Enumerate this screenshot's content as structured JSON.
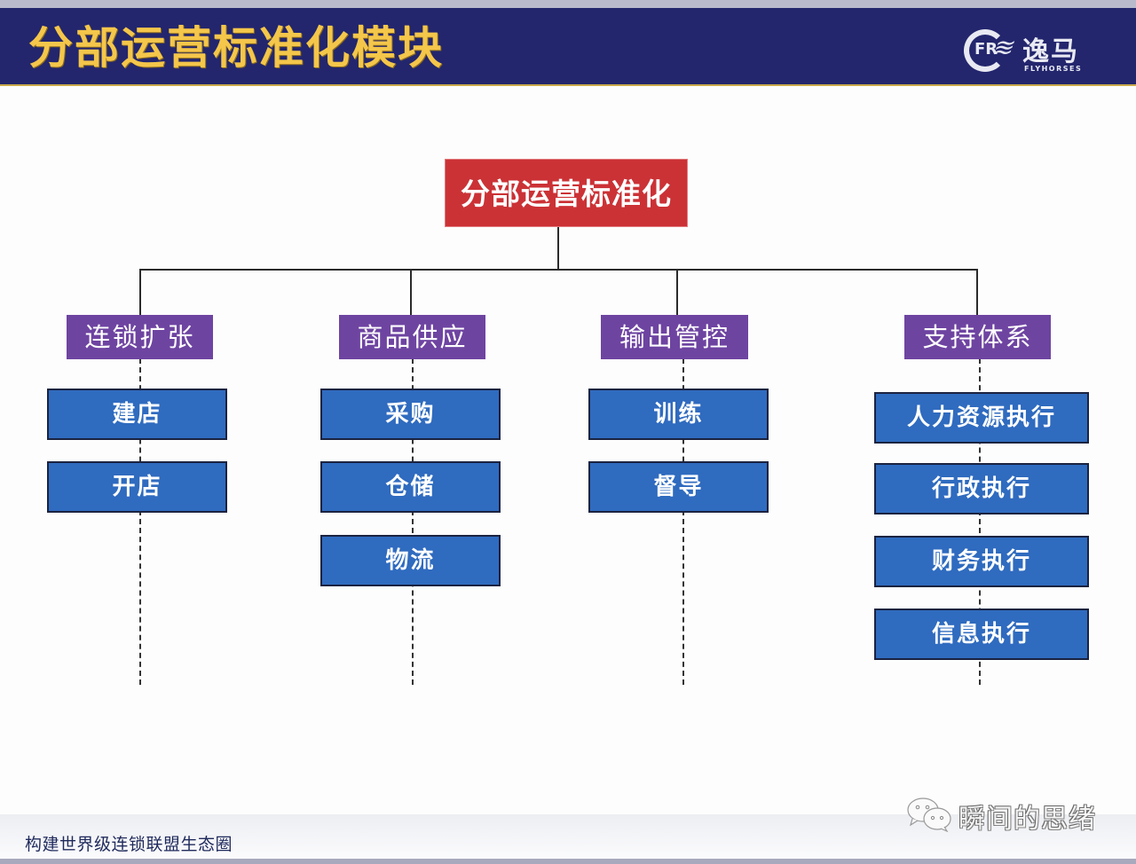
{
  "header": {
    "title": "分部运营标准化模块",
    "logo": {
      "cn": "逸马",
      "en": "FLYHORSES",
      "mark": "FR"
    },
    "accent_color": "#f4c64a",
    "background_color": "#23266d"
  },
  "diagram": {
    "root": {
      "label": "分部运营标准化",
      "color": "#cb3236"
    },
    "categories": [
      {
        "label": "连锁扩张",
        "items": [
          "建店",
          "开店"
        ]
      },
      {
        "label": "商品供应",
        "items": [
          "采购",
          "仓储",
          "物流"
        ]
      },
      {
        "label": "输出管控",
        "items": [
          "训练",
          "督导"
        ]
      },
      {
        "label": "支持体系",
        "items": [
          "人力资源执行",
          "行政执行",
          "财务执行",
          "信息执行"
        ]
      }
    ],
    "category_color": "#6e44a1",
    "item_color": "#2f6bbf"
  },
  "footer": {
    "slogan": "构建世界级连锁联盟生态圈",
    "watermark": "瞬间的思绪",
    "watermark_icon": "wechat-icon"
  }
}
